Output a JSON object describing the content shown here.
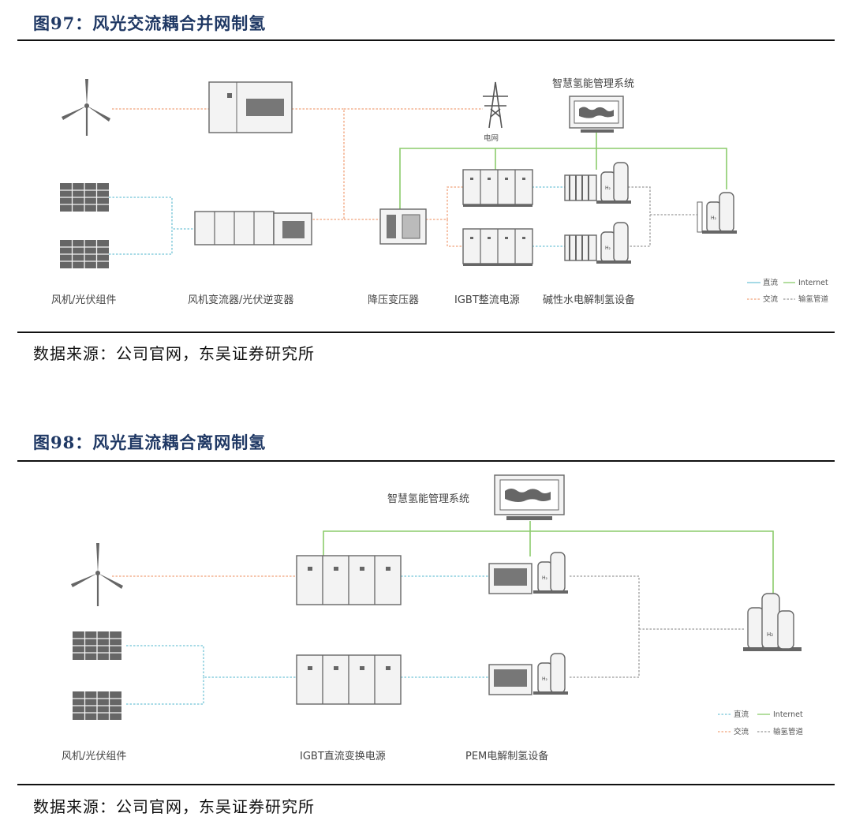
{
  "fig1": {
    "title": "图97：风光交流耦合并网制氢",
    "mgmt_label": "智慧氢能管理系统",
    "grid_label": "电网",
    "labels": {
      "wind_pv": "风机/光伏组件",
      "converter": "风机变流器/光伏逆变器",
      "step_down": "降压变压器",
      "igbt": "IGBT整流电源",
      "alkaline": "碱性水电解制氢设备"
    },
    "legend": {
      "dc": "直流",
      "internet": "Internet",
      "ac": "交流",
      "pipe": "输氢管道"
    },
    "h2": "H₂",
    "source": "数据来源：公司官网，东吴证券研究所"
  },
  "fig2": {
    "title": "图98：风光直流耦合离网制氢",
    "mgmt_label": "智慧氢能管理系统",
    "labels": {
      "wind_pv": "风机/光伏组件",
      "igbt_dc": "IGBT直流变换电源",
      "pem": "PEM电解制氢设备"
    },
    "legend": {
      "dc": "直流",
      "internet": "Internet",
      "ac": "交流",
      "pipe": "输氢管道"
    },
    "h2": "H₂",
    "source": "数据来源：公司官网，东吴证券研究所"
  },
  "colors": {
    "ac": "#f0a27a",
    "dc": "#72c4d6",
    "internet": "#8ccc6c",
    "pipe": "#999999",
    "title": "#1f3864"
  },
  "icons": [
    "wind-turbine-icon",
    "solar-panel-icon",
    "inverter-icon",
    "transmission-tower-icon",
    "monitor-map-icon",
    "transformer-icon",
    "rectifier-cabinet-icon",
    "electrolyzer-icon",
    "hydrogen-tank-icon"
  ]
}
